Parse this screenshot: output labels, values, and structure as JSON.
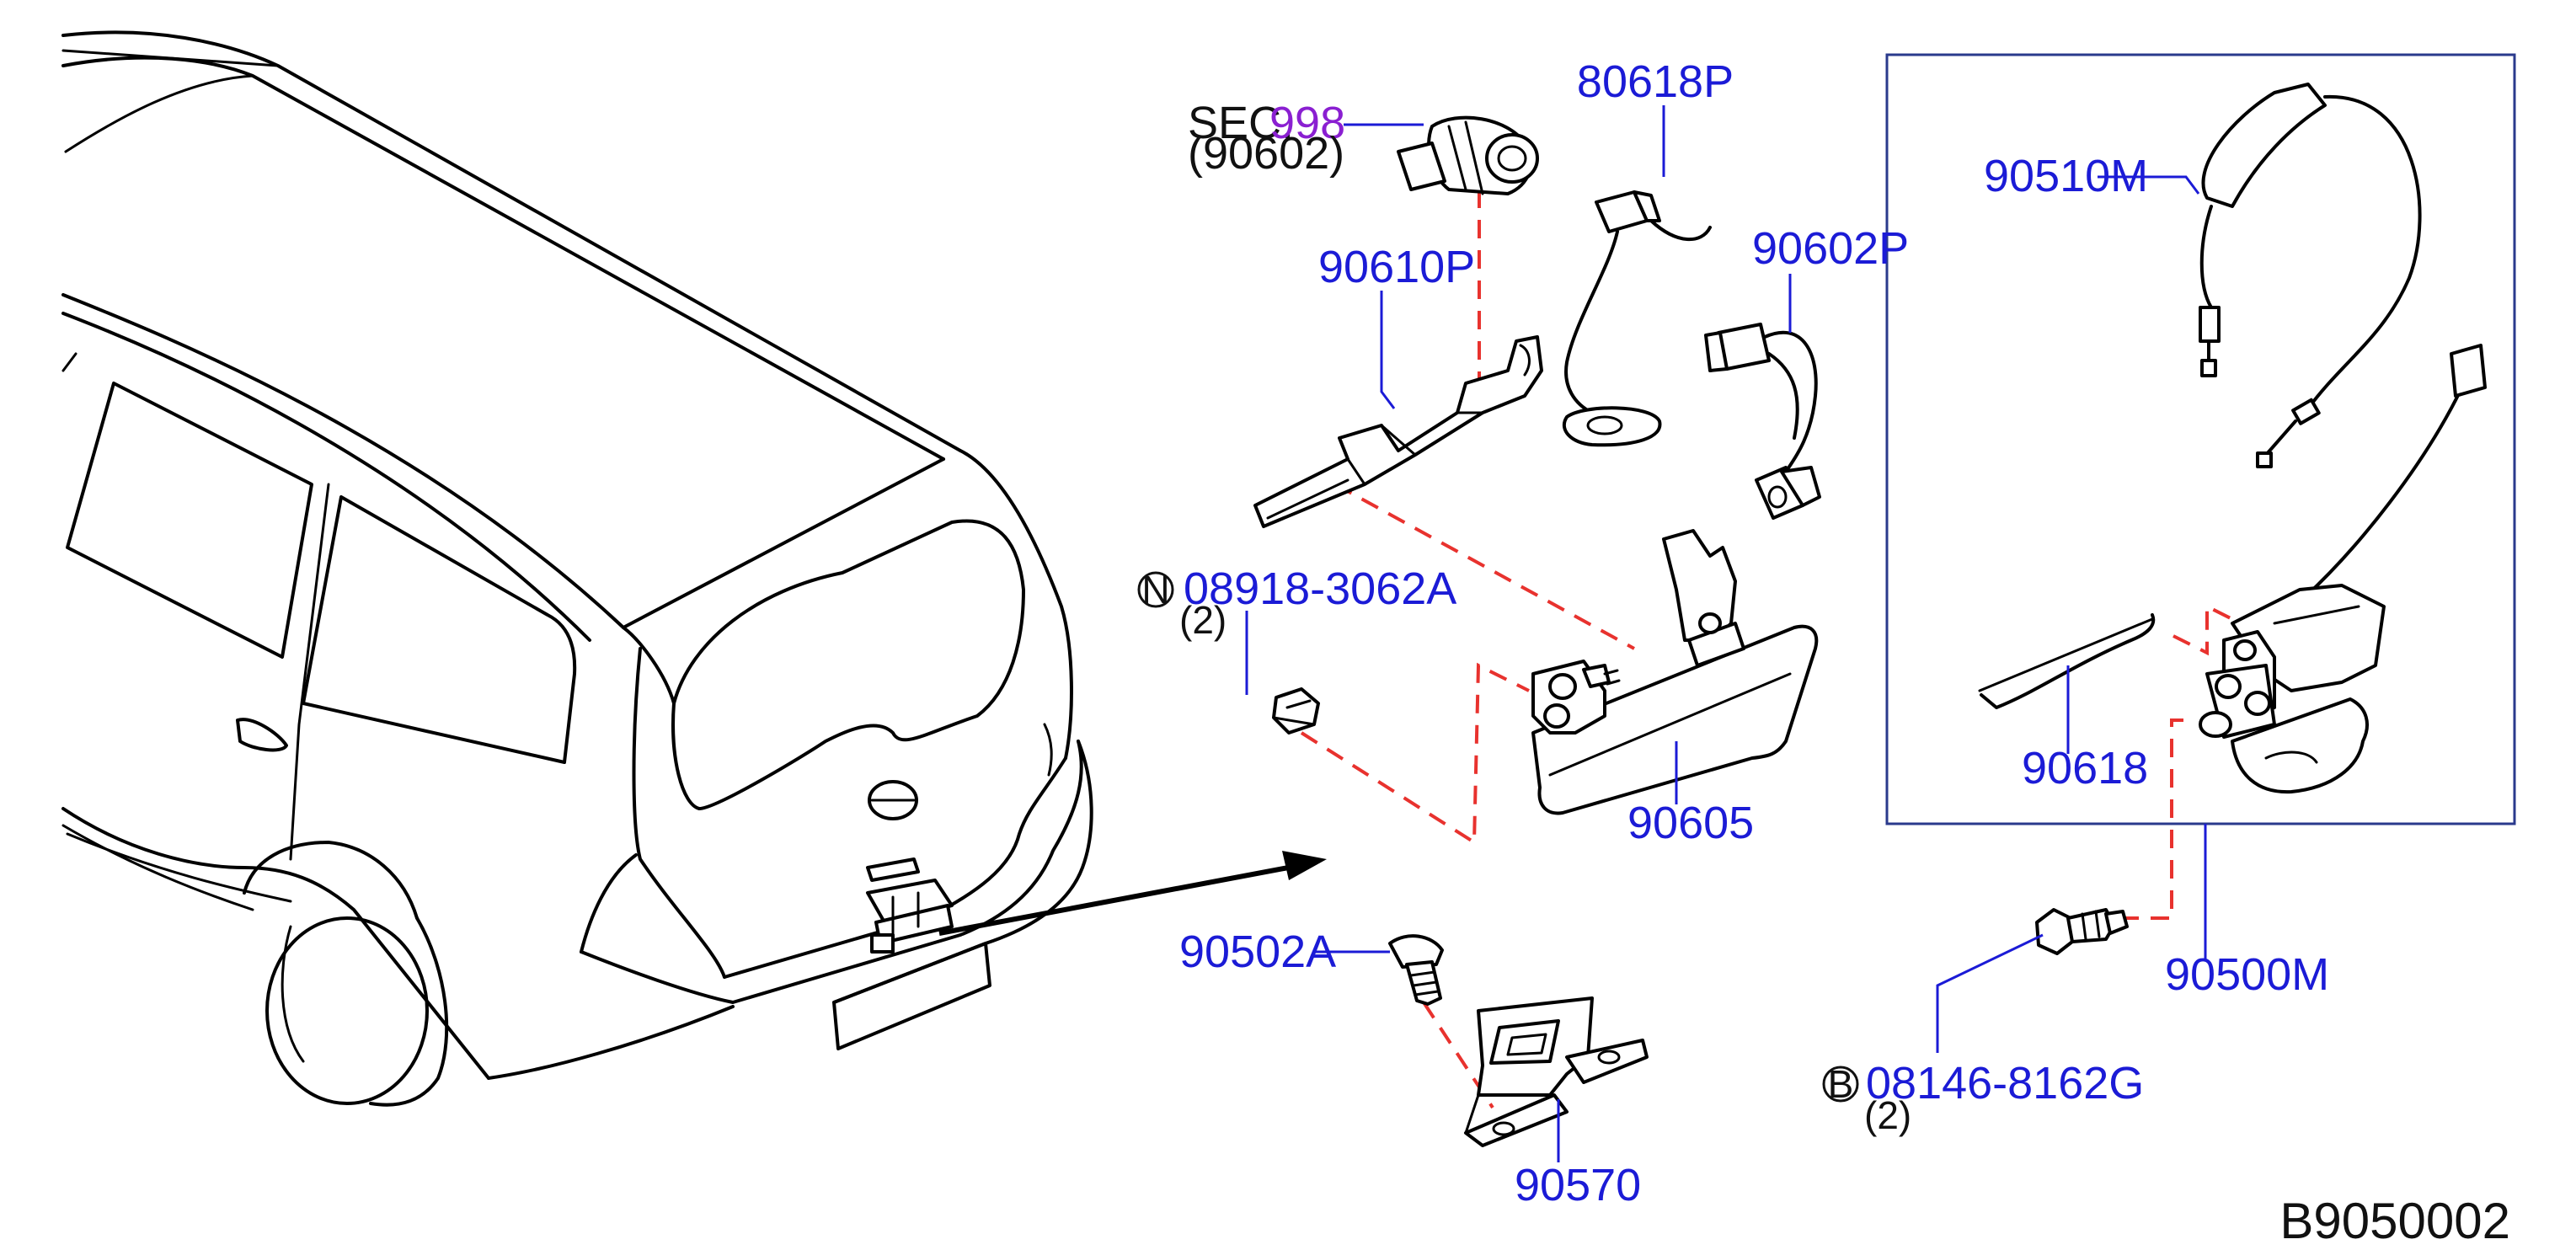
{
  "colors": {
    "label_blue": "#1b1bd6",
    "section_ref_purple": "#8a1fd1",
    "dashed_lines_red": "#e8322e",
    "line_black": "#000000"
  },
  "section_ref": {
    "prefix": "SEC.",
    "number": "998",
    "sub": "(90602)"
  },
  "parts": {
    "p80618P": "80618P",
    "p90610P": "90610P",
    "p90602P": "90602P",
    "p90510M": "90510M",
    "p08918": "08918-3062A",
    "p08918_qty": "(2)",
    "p08918_prefix": "N",
    "p90605": "90605",
    "p90618": "90618",
    "p90502A": "90502A",
    "p90570": "90570",
    "p90500M": "90500M",
    "p08146": "08146-8162G",
    "p08146_qty": "(2)",
    "p08146_prefix": "B"
  },
  "diagram_code": "B9050002"
}
